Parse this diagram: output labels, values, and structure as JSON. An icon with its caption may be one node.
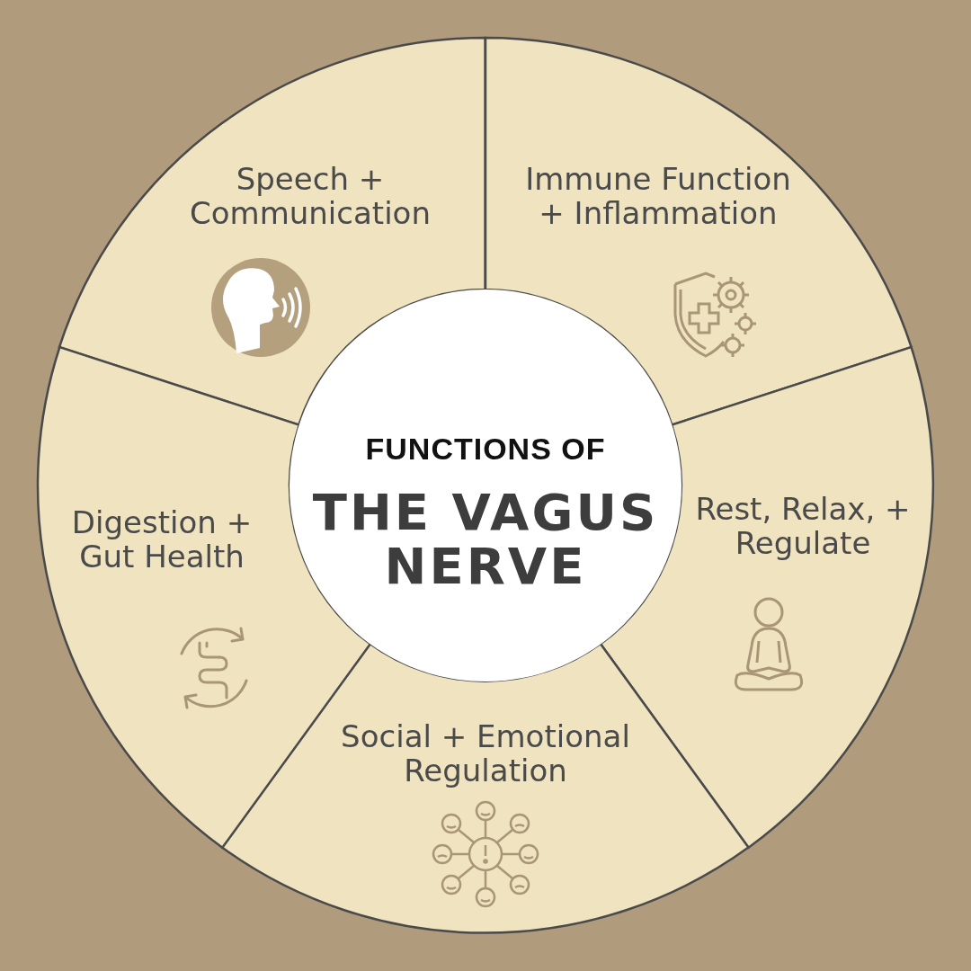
{
  "diagram": {
    "nodes": [
      {
        "text": [
          "FUNCTIONS OF",
          "THE VAGUS NERVE"
        ]
      },
      {
        "text": [
          "Speech + Communication"
        ]
      },
      {
        "text": [
          "Immune Function + Inflammation"
        ]
      },
      {
        "text": [
          "Rest, Relax, + Regulate"
        ]
      },
      {
        "text": [
          "Social + Emotional Regulation"
        ]
      },
      {
        "text": [
          "Digestion + Gut Health"
        ]
      }
    ]
  }
}
